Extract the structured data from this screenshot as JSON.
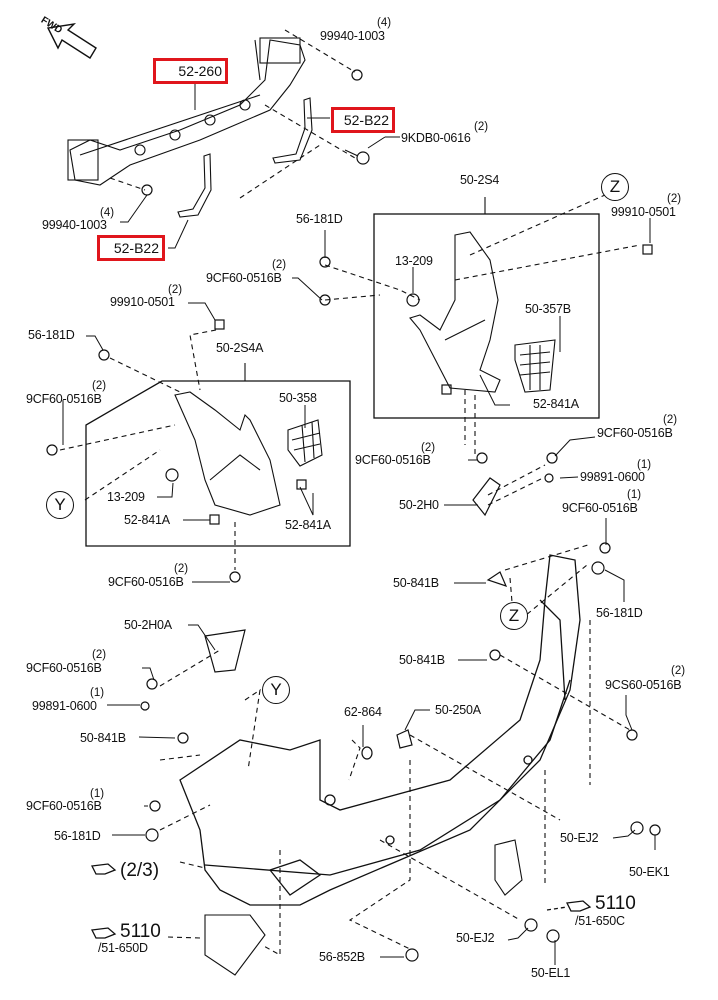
{
  "title": "Rear bumper exploded parts diagram",
  "direction_marker": "FWD",
  "highlight_color": "#e0161c",
  "highlighted_parts": [
    {
      "id": "rb1",
      "part": "52-260"
    },
    {
      "id": "rb2",
      "part": "52-B22"
    },
    {
      "id": "rb3",
      "part": "52-B22"
    }
  ],
  "callouts": [
    {
      "id": "c1",
      "letter": "Z"
    },
    {
      "id": "c2",
      "letter": "Y"
    },
    {
      "id": "c3",
      "letter": "Z"
    },
    {
      "id": "c4",
      "letter": "Y"
    }
  ],
  "labels": [
    {
      "id": "l1",
      "part": "99940-1003",
      "qty": "(4)"
    },
    {
      "id": "l2",
      "part": "9KDB0-0616",
      "qty": "(2)"
    },
    {
      "id": "l3",
      "part": "99940-1003",
      "qty": "(4)"
    },
    {
      "id": "l4",
      "part": "50-2S4",
      "qty": ""
    },
    {
      "id": "l5",
      "part": "99910-0501",
      "qty": "(2)"
    },
    {
      "id": "l6",
      "part": "56-181D",
      "qty": ""
    },
    {
      "id": "l7",
      "part": "9CF60-0516B",
      "qty": "(2)"
    },
    {
      "id": "l8",
      "part": "13-209",
      "qty": ""
    },
    {
      "id": "l9",
      "part": "99910-0501",
      "qty": "(2)"
    },
    {
      "id": "l10",
      "part": "50-357B",
      "qty": ""
    },
    {
      "id": "l11",
      "part": "56-181D",
      "qty": ""
    },
    {
      "id": "l12",
      "part": "50-2S4A",
      "qty": ""
    },
    {
      "id": "l13",
      "part": "52-841A",
      "qty": ""
    },
    {
      "id": "l14",
      "part": "9CF60-0516B",
      "qty": "(2)"
    },
    {
      "id": "l15",
      "part": "50-358",
      "qty": ""
    },
    {
      "id": "l16",
      "part": "9CF60-0516B",
      "qty": "(2)"
    },
    {
      "id": "l17",
      "part": "9CF60-0516B",
      "qty": "(2)"
    },
    {
      "id": "l18",
      "part": "99891-0600",
      "qty": "(1)"
    },
    {
      "id": "l19",
      "part": "13-209",
      "qty": ""
    },
    {
      "id": "l20",
      "part": "50-2H0",
      "qty": ""
    },
    {
      "id": "l21",
      "part": "9CF60-0516B",
      "qty": "(1)"
    },
    {
      "id": "l22",
      "part": "52-841A",
      "qty": ""
    },
    {
      "id": "l23",
      "part": "52-841A",
      "qty": ""
    },
    {
      "id": "l24",
      "part": "9CF60-0516B",
      "qty": "(2)"
    },
    {
      "id": "l25",
      "part": "50-841B",
      "qty": ""
    },
    {
      "id": "l26",
      "part": "56-181D",
      "qty": ""
    },
    {
      "id": "l27",
      "part": "50-2H0A",
      "qty": ""
    },
    {
      "id": "l28",
      "part": "50-841B",
      "qty": ""
    },
    {
      "id": "l29",
      "part": "9CF60-0516B",
      "qty": "(2)"
    },
    {
      "id": "l30",
      "part": "9CS60-0516B",
      "qty": "(2)"
    },
    {
      "id": "l31",
      "part": "99891-0600",
      "qty": "(1)"
    },
    {
      "id": "l32",
      "part": "50-841B",
      "qty": ""
    },
    {
      "id": "l33",
      "part": "62-864",
      "qty": ""
    },
    {
      "id": "l34",
      "part": "50-250A",
      "qty": ""
    },
    {
      "id": "l35",
      "part": "9CF60-0516B",
      "qty": "(1)"
    },
    {
      "id": "l36",
      "part": "56-181D",
      "qty": ""
    },
    {
      "id": "l37",
      "part": "50-EJ2",
      "qty": ""
    },
    {
      "id": "l38",
      "part": "50-EK1",
      "qty": ""
    },
    {
      "id": "l39",
      "part": "50-EJ2",
      "qty": ""
    },
    {
      "id": "l40",
      "part": "56-852B",
      "qty": ""
    },
    {
      "id": "l41",
      "part": "50-EL1",
      "qty": ""
    }
  ],
  "references": [
    {
      "id": "r1",
      "text": "(2/3)",
      "sub": ""
    },
    {
      "id": "r2",
      "text": "5110",
      "sub": "/51-650D"
    },
    {
      "id": "r3",
      "text": "5110",
      "sub": "/51-650C"
    }
  ]
}
